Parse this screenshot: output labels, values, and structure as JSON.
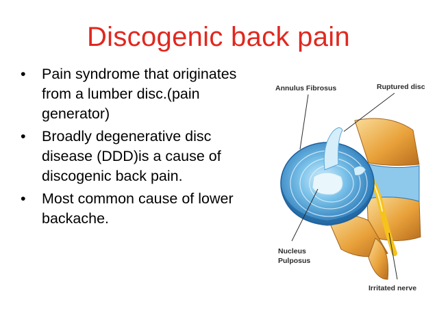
{
  "slide": {
    "title": "Discogenic back pain",
    "title_color": "#e0281f",
    "bullet_symbol": "•",
    "bullets": [
      "Pain syndrome that originates from a lumber disc.(pain generator)",
      "Broadly degenerative disc disease (DDD)is a cause of discogenic back pain.",
      "Most common cause of lower backache."
    ]
  },
  "illustration": {
    "labels": {
      "annulus": "Annulus Fibrosus",
      "ruptured": "Ruptured disc",
      "nucleus_line1": "Nucleus",
      "nucleus_line2": "Pulposus",
      "nerve": "Irritated nerve"
    },
    "colors": {
      "disc": "#3a9ad8",
      "disc_light": "#bfe3f6",
      "bone": "#e8a33c",
      "bone_light": "#f7d48a",
      "nerve": "#f6c21d"
    }
  }
}
